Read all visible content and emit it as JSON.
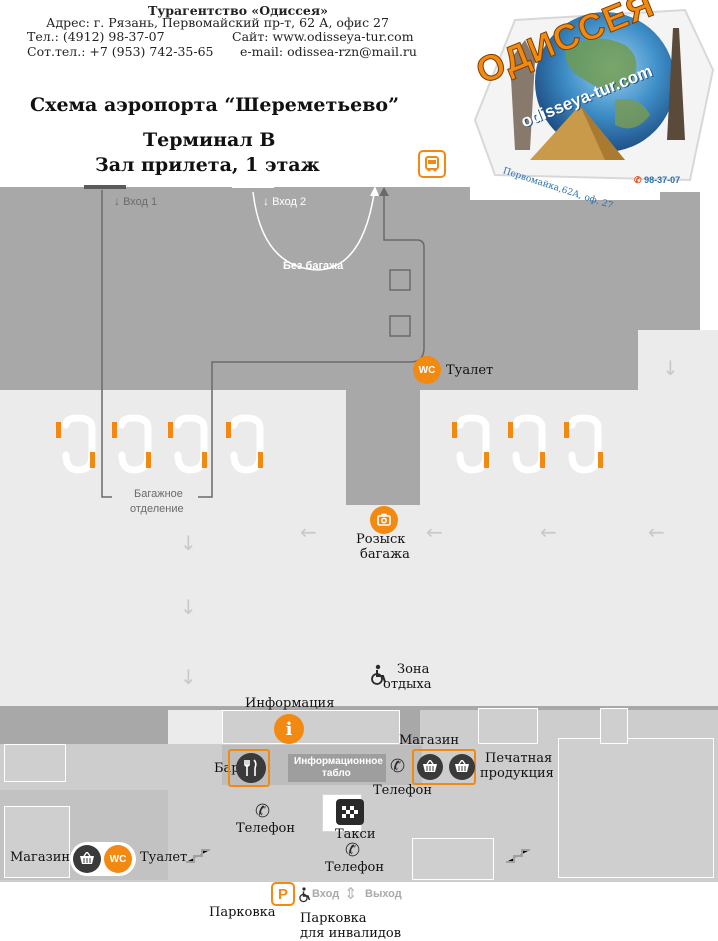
{
  "header": {
    "agency": "Турагентство «Одиссея»",
    "address": "Адрес: г. Рязань, Первомайский пр-т, 62 А, офис 27",
    "phone": "Тел.: (4912) 98-37-07",
    "site": "Сайт: www.odisseya-tur.com",
    "mobile": "Сот.тел.: +7 (953) 742-35-65",
    "email": "e-mail: odissea-rzn@mail.ru"
  },
  "logo": {
    "brand": "ОДИССЕЯ",
    "site": "odisseya-tur.com",
    "address": "Первомайка,62А, оф. 27",
    "phone": "98-37-07"
  },
  "title": {
    "airport": "Схема аэропорта “Шереметьево”",
    "terminal": "Терминал B",
    "hall": "Зал прилета, 1 этаж"
  },
  "map": {
    "entrance1": "Вход 1",
    "entrance2": "Вход 2",
    "no_baggage": "Без багажа",
    "baggage_hall_1": "Багажное",
    "baggage_hall_2": "отделение",
    "info_board_1": "Информационное",
    "info_board_2": "табло",
    "entry": "Вход",
    "exit": "Выход"
  },
  "poi": {
    "toilet_top": "Туалет",
    "baggage_search_1": "Розыск",
    "baggage_search_2": "багажа",
    "rest_zone_1": "Зона",
    "rest_zone_2": "отдыха",
    "information": "Информация",
    "shop_right": "Магазин",
    "bar": "Бар",
    "press_1": "Печатная",
    "press_2": "продукция",
    "phone_right": "Телефон",
    "phone_left": "Телефон",
    "taxi": "Такси",
    "phone_bottom": "Телефон",
    "shop_left": "Магазин",
    "toilet_bottom": "Туалет",
    "parking": "Парковка",
    "parking_disabled_1": "Парковка",
    "parking_disabled_2": "для инвалидов"
  },
  "icons": {
    "wc": "WC",
    "info": "i",
    "parking": "P"
  },
  "colors": {
    "accent": "#f28a12",
    "floor_light": "#ebebeb",
    "floor_dark": "#a8a8a8",
    "floor_mid": "#cdcdcd"
  }
}
